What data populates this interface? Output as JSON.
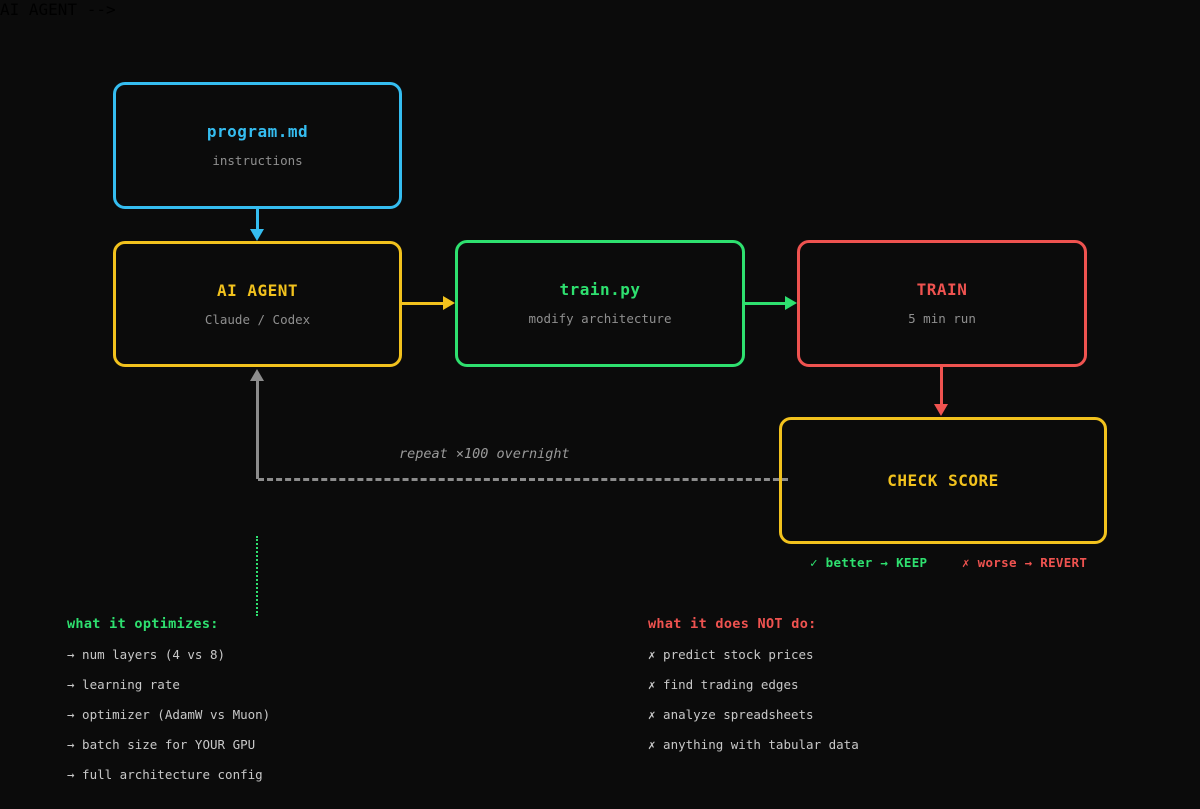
{
  "colors": {
    "bg": "#0b0b0b",
    "cyan": "#35bdf0",
    "yellow": "#f2c21d",
    "green": "#2ee06f",
    "red": "#ef5350",
    "gray": "#8f8f8f",
    "linegray": "#8c8c8c",
    "text": "#c8c8c8"
  },
  "nodes": {
    "program": {
      "title": "program.md",
      "subtitle": "instructions"
    },
    "agent": {
      "title": "AI AGENT",
      "subtitle": "Claude / Codex"
    },
    "trainpy": {
      "title": "train.py",
      "subtitle": "modify architecture"
    },
    "train": {
      "title": "TRAIN",
      "subtitle": "5 min run"
    },
    "check": {
      "title": "CHECK SCORE"
    }
  },
  "loop": {
    "label": "repeat ×100 overnight"
  },
  "verdict": {
    "keep": "✓ better → KEEP",
    "revert": "✗ worse → REVERT"
  },
  "optimizes": {
    "heading": "what it optimizes:",
    "items": [
      "→ num layers (4 vs 8)",
      "→ learning rate",
      "→ optimizer (AdamW vs Muon)",
      "→ batch size for YOUR GPU",
      "→ full architecture config"
    ]
  },
  "not_do": {
    "heading": "what it does NOT do:",
    "items": [
      "✗ predict stock prices",
      "✗ find trading edges",
      "✗ analyze spreadsheets",
      "✗ anything with tabular data"
    ]
  }
}
